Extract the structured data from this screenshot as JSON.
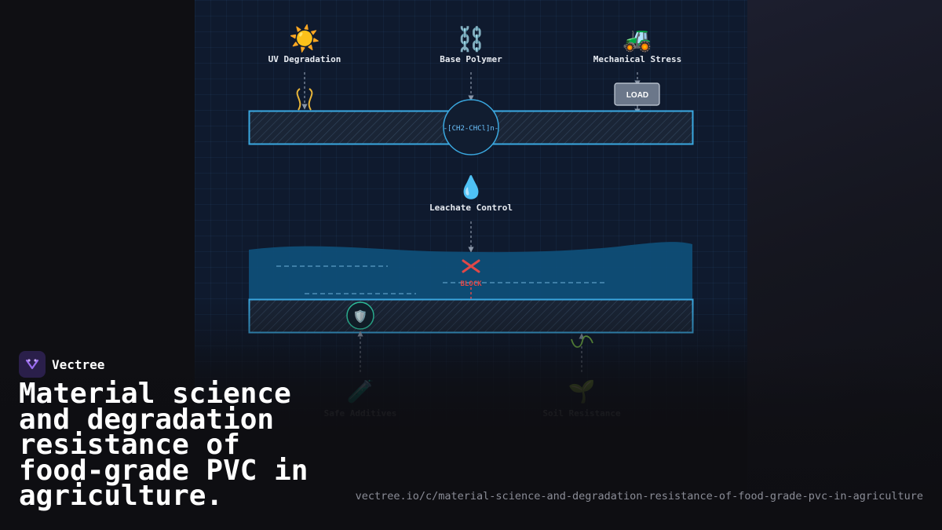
{
  "diagram": {
    "top_labels": {
      "uv": "UV Degradation",
      "polymer": "Base Polymer",
      "stress": "Mechanical Stress"
    },
    "icons": {
      "uv": "☀️",
      "polymer": "⛓️",
      "stress": "🚜",
      "water": "💧",
      "shield": "🛡️",
      "additives": "🧪",
      "soil": "🌱"
    },
    "load_label": "LOAD",
    "formula": "-[CH2-CHCl]n-",
    "leachate_label": "Leachate Control",
    "block_label": "BLOCK",
    "bottom_labels": {
      "additives": "Safe Additives",
      "soil": "Soil Resistance"
    },
    "colors": {
      "layer_stroke": "#3aa8e0",
      "water": "#0e4f7a",
      "block": "#e04848",
      "shield_ring": "#2ec4a0",
      "uv_wave": "#e8b53a",
      "soil_wave": "#7ac04a"
    }
  },
  "brand": {
    "name": "Vectree",
    "logo_icon": "vectree-logo-icon"
  },
  "headline": "Material science and degradation resistance of food-grade PVC in agriculture.",
  "url": "vectree.io/c/material-science-and-degradation-resistance-of-food-grade-pvc-in-agriculture"
}
